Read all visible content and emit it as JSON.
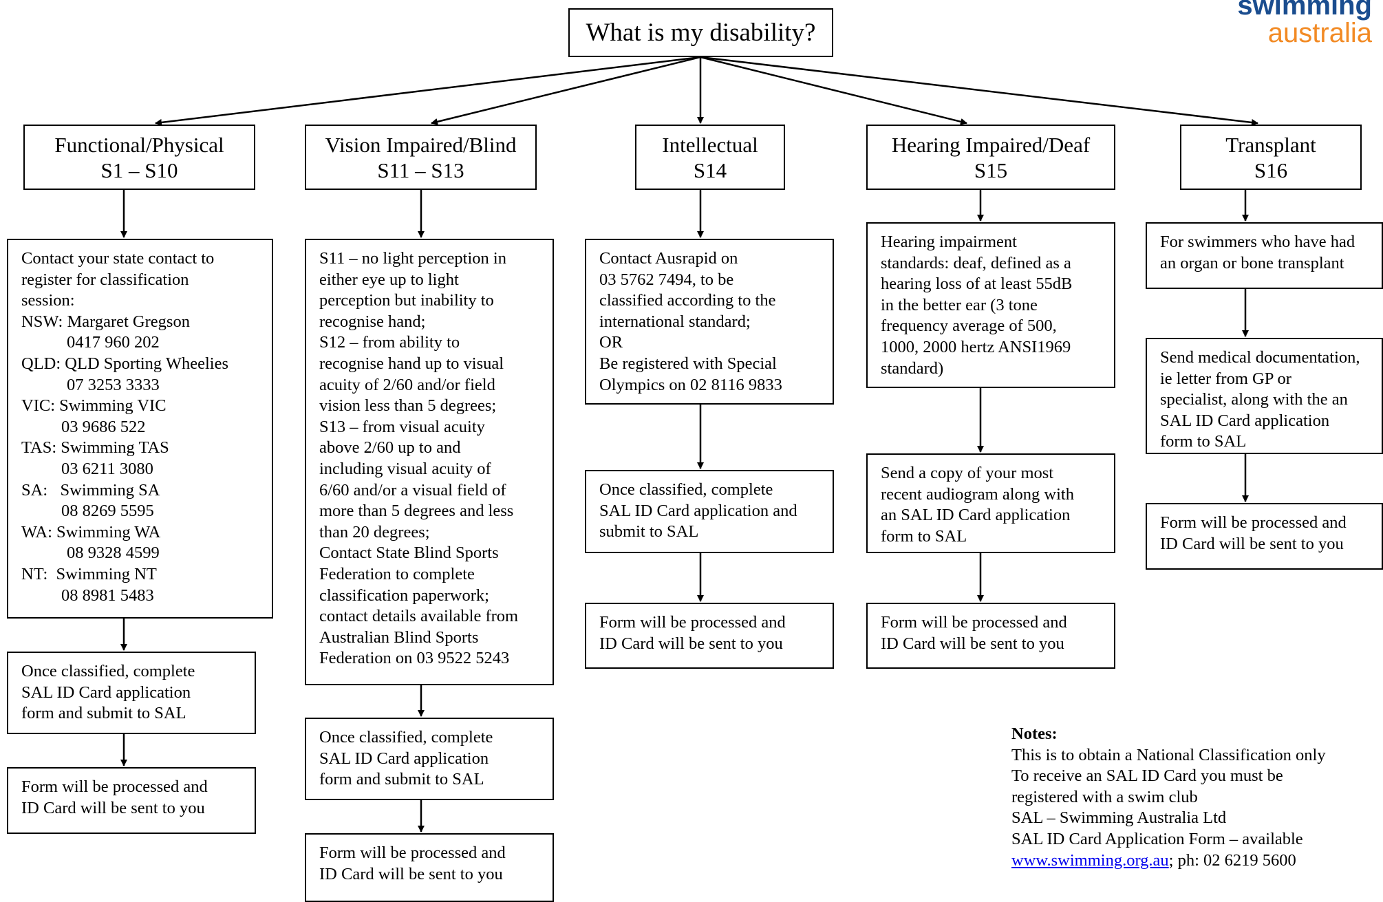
{
  "logo": {
    "line1": "swimming",
    "line2": "australia",
    "brand_blue": "#1a4d8f",
    "brand_orange": "#f28a24"
  },
  "root": {
    "title": "What is my disability?"
  },
  "columns": [
    {
      "header": {
        "name": "Functional/Physical",
        "classes": "S1 – S10"
      },
      "steps": [
        {
          "intro": [
            "Contact your state contact to",
            "register for classification",
            "session:"
          ],
          "contacts": [
            {
              "state": "NSW: Margaret Gregson",
              "phone": "0417 960 202"
            },
            {
              "state": "QLD: QLD Sporting Wheelies",
              "phone": "07 3253 3333"
            },
            {
              "state": "VIC: Swimming VIC",
              "phone": "03 9686 522"
            },
            {
              "state": "TAS: Swimming TAS",
              "phone": "03 6211 3080"
            },
            {
              "state": "SA:   Swimming SA",
              "phone": "08 8269 5595"
            },
            {
              "state": "WA: Swimming WA",
              "phone": "08 9328 4599"
            },
            {
              "state": "NT:  Swimming NT",
              "phone": "08 8981 5483"
            }
          ]
        },
        {
          "lines": [
            "Once classified, complete",
            "SAL ID Card application",
            "form and submit to SAL"
          ]
        },
        {
          "lines": [
            "Form will be processed and",
            "ID Card will be sent to you"
          ]
        }
      ]
    },
    {
      "header": {
        "name": "Vision Impaired/Blind",
        "classes": "S11 – S13"
      },
      "steps": [
        {
          "lines": [
            "S11 – no light perception in",
            "either eye up to light",
            "perception but inability to",
            "recognise hand;",
            "S12 – from ability to",
            "recognise hand up to visual",
            "acuity of 2/60 and/or field",
            "vision less than 5 degrees;",
            "S13 – from visual acuity",
            "above 2/60 up to and",
            "including visual acuity of",
            "6/60 and/or a visual field of",
            "more than 5 degrees and less",
            "than 20 degrees;",
            "Contact State Blind Sports",
            "Federation to complete",
            "classification paperwork;",
            "contact details available from",
            "Australian Blind Sports",
            "Federation on 03 9522 5243"
          ]
        },
        {
          "lines": [
            "Once classified, complete",
            "SAL ID Card application",
            "form and submit to SAL"
          ]
        },
        {
          "lines": [
            "Form will be processed and",
            "ID Card will be sent to you"
          ]
        }
      ]
    },
    {
      "header": {
        "name": "Intellectual",
        "classes": "S14"
      },
      "steps": [
        {
          "lines": [
            "Contact Ausrapid on",
            "03 5762 7494, to be",
            "classified according to the",
            "international standard;",
            "OR",
            "Be registered with Special",
            "Olympics on 02 8116 9833"
          ]
        },
        {
          "lines": [
            "Once classified, complete",
            "SAL ID Card application and",
            "submit to SAL"
          ]
        },
        {
          "lines": [
            "Form will be processed and",
            "ID Card will be sent to you"
          ]
        }
      ]
    },
    {
      "header": {
        "name": "Hearing Impaired/Deaf",
        "classes": "S15"
      },
      "steps": [
        {
          "lines": [
            "Hearing impairment",
            "standards: deaf, defined as a",
            "hearing loss of at least 55dB",
            "in the better ear (3 tone",
            "frequency average of 500,",
            "1000, 2000 hertz ANSI1969",
            "standard)"
          ]
        },
        {
          "lines": [
            "Send a copy of your most",
            "recent audiogram along with",
            "an SAL ID Card application",
            "form to SAL"
          ]
        },
        {
          "lines": [
            "Form will be processed and",
            "ID Card will be sent to you"
          ]
        }
      ]
    },
    {
      "header": {
        "name": "Transplant",
        "classes": "S16"
      },
      "steps": [
        {
          "lines": [
            "For swimmers who have had",
            "an organ or bone transplant"
          ]
        },
        {
          "lines": [
            "Send medical documentation,",
            "ie letter from GP or",
            "specialist, along with the an",
            "SAL ID Card application",
            "form to SAL"
          ]
        },
        {
          "lines": [
            "Form will be processed and",
            "ID Card will be sent to you"
          ]
        }
      ]
    }
  ],
  "notes": {
    "title": "Notes:",
    "lines": [
      "This is to obtain a National Classification only",
      "To receive an SAL ID Card you must be",
      "registered with a swim club",
      "SAL – Swimming Australia Ltd",
      "SAL ID Card Application Form – available"
    ],
    "link_text": "www.swimming.org.au",
    "after_link": "; ph: 02 6219 5600",
    "link_color": "#0000ee"
  }
}
